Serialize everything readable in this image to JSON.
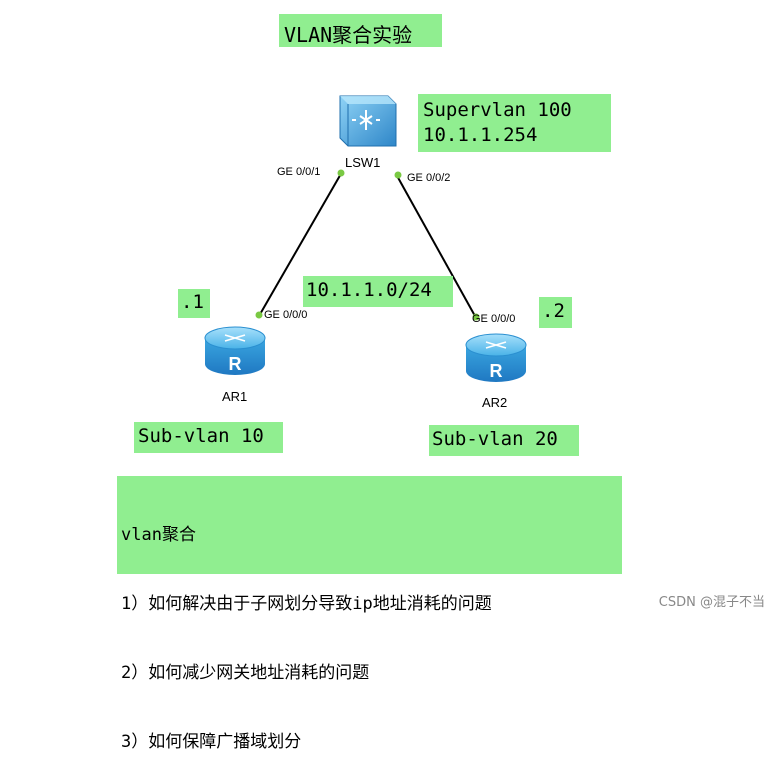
{
  "title": "VLAN聚合实验",
  "supervlan": {
    "line1": "Supervlan 100",
    "line2": "10.1.1.254"
  },
  "subnet": "10.1.1.0/24",
  "ar1": {
    "name": "AR1",
    "port": "GE 0/0/0",
    "ip_suffix": ".1",
    "vlan": "Sub-vlan 10"
  },
  "ar2": {
    "name": "AR2",
    "port": "GE 0/0/0",
    "ip_suffix": ".2",
    "vlan": "Sub-vlan 20"
  },
  "lsw1": {
    "name": "LSW1",
    "port_left": "GE 0/0/1",
    "port_right": "GE 0/0/2"
  },
  "notes": [
    "vlan聚合",
    "1）如何解决由于子网划分导致ip地址消耗的问题",
    "2）如何减少网关地址消耗的问题",
    "3）如何保障广播域划分"
  ],
  "watermark": "CSDN @混子不当",
  "colors": {
    "label_bg": "#90ee90",
    "device_blue": "#2e9fd8",
    "link_dot": "#7ac943"
  },
  "icons": {
    "switch": "switch-icon",
    "router": "router-icon"
  }
}
